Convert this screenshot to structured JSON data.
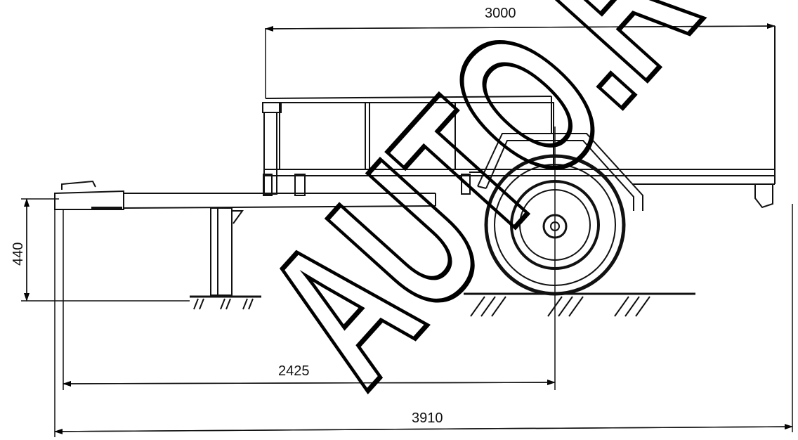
{
  "dimensions": {
    "box_length": "3000",
    "hitch_height": "440",
    "hitch_to_axle": "2425",
    "overall_length": "3910"
  },
  "watermark": "AUTO.RU"
}
